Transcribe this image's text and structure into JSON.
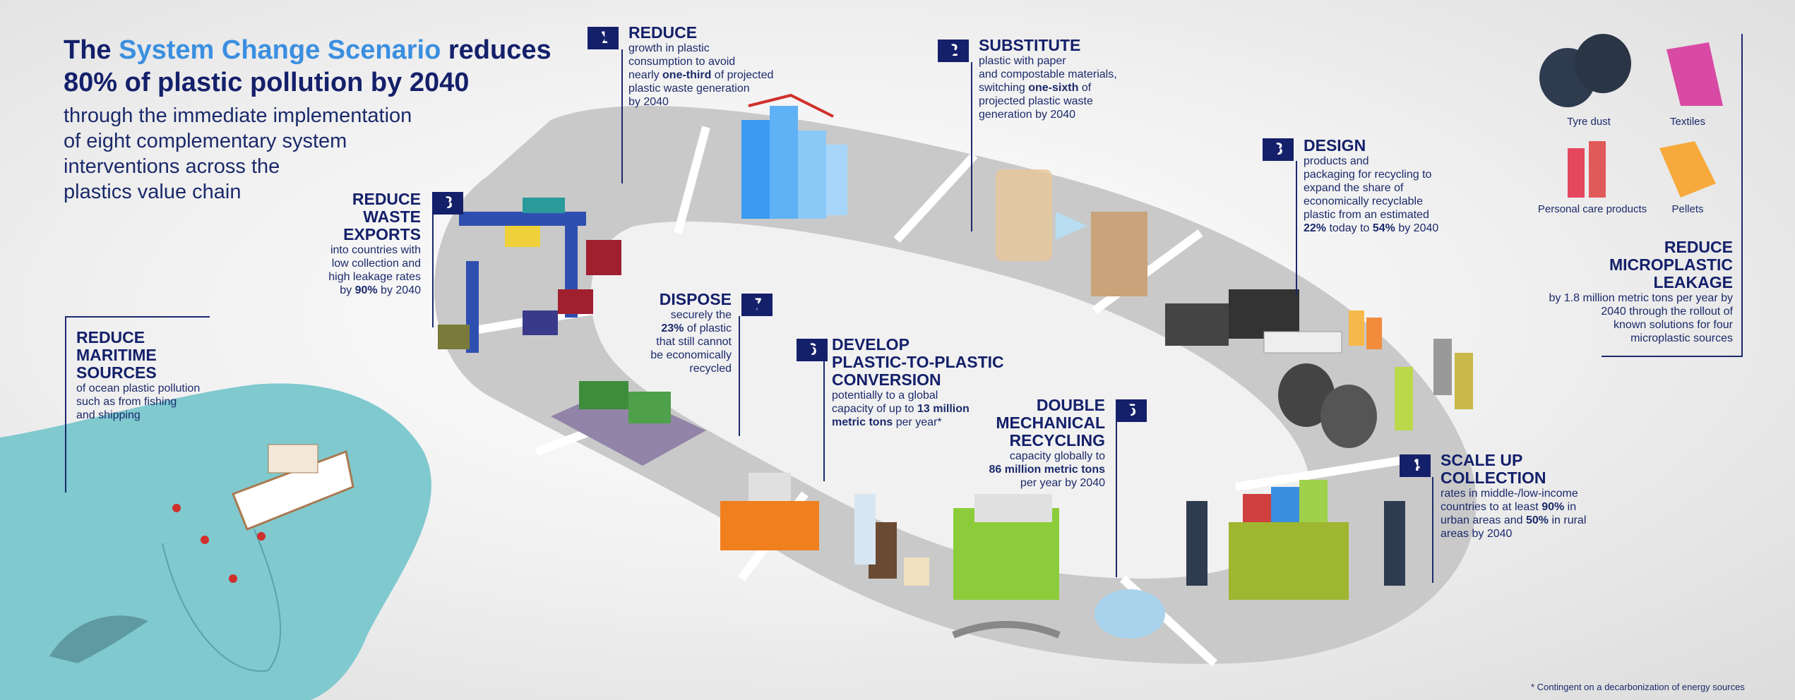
{
  "headline": {
    "prefix": "The ",
    "highlight": "System Change Scenario",
    "suffix": " reduces",
    "line2": "80% of plastic pollution by 2040",
    "subtitle_lines": [
      "through the immediate implementation",
      "of eight complementary system",
      "interventions across the",
      "plastics value chain"
    ]
  },
  "interventions": [
    {
      "num": "1",
      "title": "REDUCE",
      "text": [
        "growth in plastic",
        "consumption to avoid",
        "nearly ",
        "one-third",
        " of projected",
        "plastic waste generation",
        "by 2040"
      ]
    },
    {
      "num": "2",
      "title": "SUBSTITUTE",
      "text": [
        "plastic with paper",
        "and compostable materials,",
        "switching ",
        "one-sixth",
        " of",
        "projected plastic waste",
        "generation by 2040"
      ]
    },
    {
      "num": "3",
      "title": "DESIGN",
      "text": [
        "products and",
        "packaging for recycling to",
        "expand the share of",
        "economically recyclable",
        "plastic from an estimated",
        "22%",
        " today to ",
        "54%",
        " by 2040"
      ]
    },
    {
      "num": "4",
      "title_l1": "SCALE UP",
      "title_l2": "COLLECTION",
      "text": [
        "rates in middle-/low-income",
        "countries to at least ",
        "90%",
        " in",
        "urban areas and ",
        "50%",
        " in rural",
        "areas by 2040"
      ]
    },
    {
      "num": "5",
      "title_l1": "DOUBLE",
      "title_l2": "MECHANICAL",
      "title_l3": "RECYCLING",
      "text": [
        "capacity globally to",
        "86 million metric tons",
        "per year by 2040"
      ]
    },
    {
      "num": "6",
      "title_l1": "DEVELOP",
      "title_l2": "PLASTIC-TO-PLASTIC",
      "title_l3": "CONVERSION",
      "text": [
        "potentially to a global",
        "capacity of up to ",
        "13 million",
        "metric tons",
        " per year*"
      ]
    },
    {
      "num": "7",
      "title": "DISPOSE",
      "text": [
        "securely the",
        "23%",
        " of plastic",
        "that still cannot",
        "be economically",
        "recycled"
      ]
    },
    {
      "num": "8",
      "title_l1": "REDUCE",
      "title_l2": "WASTE",
      "title_l3": "EXPORTS",
      "text": [
        "into countries with",
        "low collection and",
        "high leakage rates",
        "by ",
        "90%",
        " by 2040"
      ]
    }
  ],
  "maritime": {
    "title_l1": "REDUCE",
    "title_l2": "MARITIME",
    "title_l3": "SOURCES",
    "text": [
      "of ocean plastic pollution",
      "such as from fishing",
      "and shipping"
    ]
  },
  "microplastic": {
    "title_l1": "REDUCE",
    "title_l2": "MICROPLASTIC",
    "title_l3": "LEAKAGE",
    "text": [
      "by 1.8 million metric tons per year by",
      "2040 through the rollout of",
      "known solutions for four",
      "microplastic sources"
    ],
    "sources": [
      "Tyre dust",
      "Textiles",
      "Personal care products",
      "Pellets"
    ]
  },
  "footnote": "* Contingent on a decarbonization of energy sources",
  "colors": {
    "navy": "#14206a",
    "accent": "#3a8fe0",
    "sea": "#7fc9cf",
    "road": "#c8c8c8"
  }
}
